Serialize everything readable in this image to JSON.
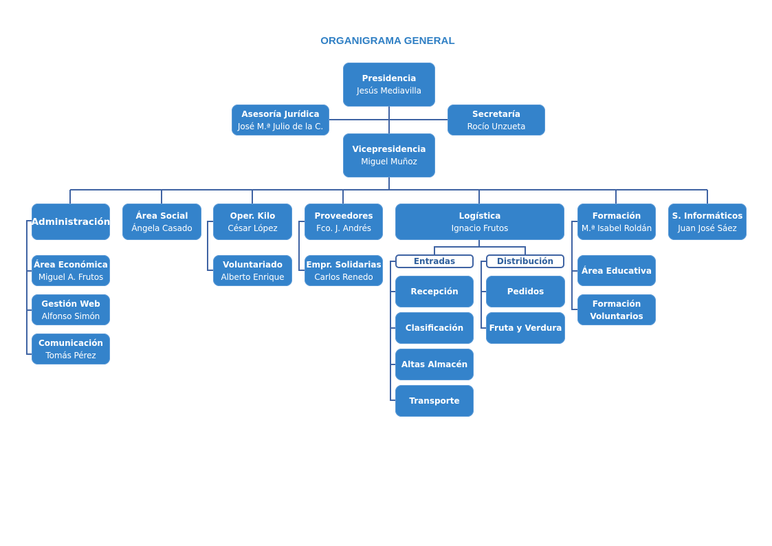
{
  "title": "ORGANIGRAMA GENERAL",
  "colors": {
    "box": "#3483cb",
    "line": "#3f63a3",
    "title": "#2f7fc4",
    "text": "#ffffff"
  },
  "top": {
    "presidencia": {
      "title": "Presidencia",
      "person": "Jesús Mediavilla"
    },
    "asesoria": {
      "title": "Asesoría Jurídica",
      "person": "José M.ª Julio de la C."
    },
    "secretaria": {
      "title": "Secretaría",
      "person": "Rocío Unzueta"
    },
    "vicepresidencia": {
      "title": "Vicepresidencia",
      "person": "Miguel Muñoz"
    }
  },
  "departments": {
    "administracion": {
      "title": "Administración",
      "children": [
        {
          "title": "Área Económica",
          "person": "Miguel A. Frutos"
        },
        {
          "title": "Gestión Web",
          "person": "Alfonso Simón"
        },
        {
          "title": "Comunicación",
          "person": "Tomás Pérez"
        }
      ]
    },
    "area_social": {
      "title": "Área Social",
      "person": "Ángela Casado"
    },
    "oper_kilo": {
      "title": "Oper. Kilo",
      "person": "César López",
      "children": [
        {
          "title": "Voluntariado",
          "person": "Alberto Enrique"
        }
      ]
    },
    "proveedores": {
      "title": "Proveedores",
      "person": "Fco. J. Andrés",
      "children": [
        {
          "title": "Empr. Solidarias",
          "person": "Carlos Renedo"
        }
      ]
    },
    "logistica": {
      "title": "Logística",
      "person": "Ignacio Frutos",
      "groups": [
        {
          "title": "Entradas",
          "children": [
            "Recepción",
            "Clasificación",
            "Altas Almacén",
            "Transporte"
          ]
        },
        {
          "title": "Distribución",
          "children": [
            "Pedidos",
            "Fruta y Verdura"
          ]
        }
      ]
    },
    "formacion": {
      "title": "Formación",
      "person": "M.ª Isabel Roldán",
      "children": [
        {
          "title": "Área Educativa"
        },
        {
          "title": "Formación",
          "title2": "Voluntarios"
        }
      ]
    },
    "informaticos": {
      "title": "S. Informáticos",
      "person": "Juan José Sáez"
    }
  }
}
